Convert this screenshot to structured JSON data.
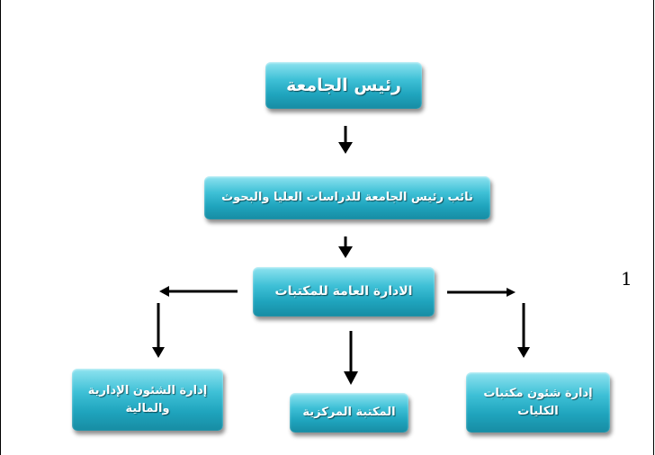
{
  "org_chart": {
    "president": "رئيس الجامعة",
    "vice_president": "نائب رئيس الجامعة للدراسات العليا والبحوث",
    "general_directorate": "الادارة العامة للمكتبات",
    "admin_finance_line1": "إدارة الشئون الإدارية",
    "admin_finance_line2": "والمالية",
    "central_library": "المكتبة المركزية",
    "college_libraries_line1": "إدارة شئون مكتبات",
    "college_libraries_line2": "الكليات"
  },
  "side_mark": "1",
  "colors": {
    "box_gradient_top": "#8fe3f0",
    "box_gradient_bottom": "#178ca3",
    "text": "#ffffff",
    "arrow": "#000000"
  }
}
